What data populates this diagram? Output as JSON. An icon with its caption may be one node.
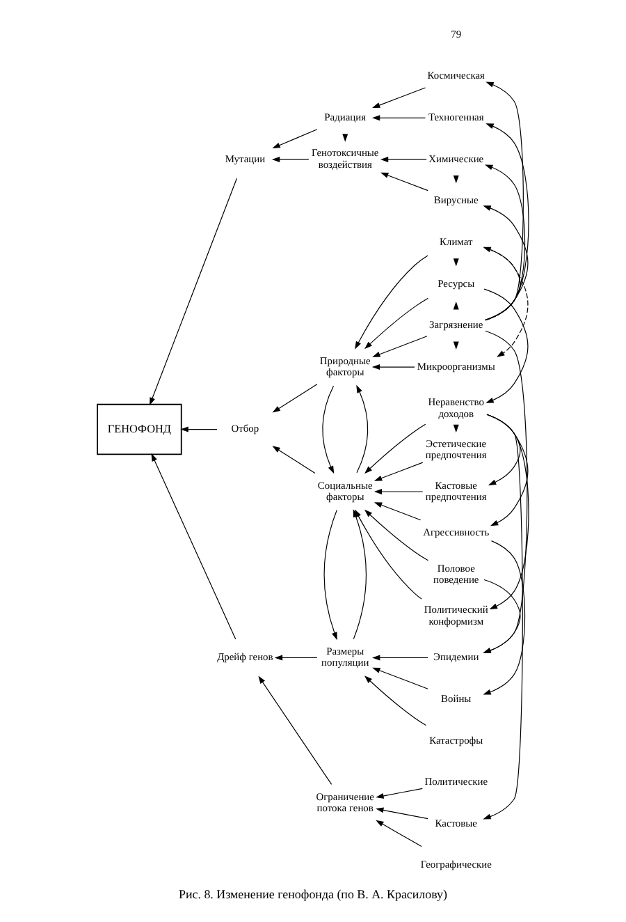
{
  "diagram": {
    "caption": "Рис. 8. Изменение генофонда (по В. А. Красилову)",
    "nodes": [
      {
        "text": [
          "ГЕНОФОНД"
        ]
      },
      {
        "text": [
          "Мутации"
        ]
      },
      {
        "text": [
          "Отбор"
        ]
      },
      {
        "text": [
          "Дрейф генов"
        ]
      },
      {
        "text": [
          "Радиация"
        ]
      },
      {
        "text": [
          "Генотоксичные воздействия"
        ]
      },
      {
        "text": [
          "Природные факторы"
        ]
      },
      {
        "text": [
          "Социальные факторы"
        ]
      },
      {
        "text": [
          "Размеры популяции"
        ]
      },
      {
        "text": [
          "Ограничение потока генов"
        ]
      },
      {
        "text": [
          "Космическая"
        ]
      },
      {
        "text": [
          "Техногенная"
        ]
      },
      {
        "text": [
          "Химические"
        ]
      },
      {
        "text": [
          "Вирусные"
        ]
      },
      {
        "text": [
          "Климат"
        ]
      },
      {
        "text": [
          "Ресурсы"
        ]
      },
      {
        "text": [
          "Загрязнение"
        ]
      },
      {
        "text": [
          "Микроорганизмы"
        ]
      },
      {
        "text": [
          "Неравенство доходов"
        ]
      },
      {
        "text": [
          "Кастовые предпочтения"
        ]
      },
      {
        "text": [
          "Эстетические предпочтения"
        ]
      },
      {
        "text": [
          "Политический конформизм"
        ]
      },
      {
        "text": [
          "Половое поведение"
        ]
      },
      {
        "text": [
          "Агрессивность"
        ]
      },
      {
        "text": [
          "Войны"
        ]
      },
      {
        "text": [
          "Эпидемии"
        ]
      },
      {
        "text": [
          "Катастрофы"
        ]
      },
      {
        "text": [
          "Географические"
        ]
      },
      {
        "text": [
          "Кастовые"
        ]
      },
      {
        "text": [
          "Политические"
        ]
      }
    ],
    "edges": [
      {
        "from": 1,
        "to": 0,
        "arrow": "to"
      },
      {
        "from": 2,
        "to": 0,
        "arrow": "to"
      },
      {
        "from": 3,
        "to": 0,
        "arrow": "to"
      },
      {
        "from": 4,
        "to": 1,
        "arrow": "to"
      },
      {
        "from": 5,
        "to": 1,
        "arrow": "to"
      },
      {
        "from": 6,
        "to": 2,
        "arrow": "to"
      },
      {
        "from": 7,
        "to": 2,
        "arrow": "to"
      },
      {
        "from": 8,
        "to": 3,
        "arrow": "to"
      },
      {
        "from": 9,
        "to": 3,
        "arrow": "to"
      },
      {
        "from": 4,
        "to": 5,
        "arrow": "to"
      },
      {
        "from": 10,
        "to": 4,
        "arrow": "to"
      },
      {
        "from": 11,
        "to": 4,
        "arrow": "to"
      },
      {
        "from": 12,
        "to": 5,
        "arrow": "to"
      },
      {
        "from": 13,
        "to": 5,
        "arrow": "to"
      },
      {
        "from": 12,
        "to": 13,
        "arrow": "to"
      },
      {
        "from": 14,
        "to": 6,
        "arrow": "to"
      },
      {
        "from": 15,
        "to": 6,
        "arrow": "to"
      },
      {
        "from": 16,
        "to": 6,
        "arrow": "to"
      },
      {
        "from": 17,
        "to": 6,
        "arrow": "to"
      },
      {
        "from": 6,
        "to": 7,
        "arrow": "to"
      },
      {
        "from": 7,
        "to": 6,
        "arrow": "to"
      },
      {
        "from": 18,
        "to": 7,
        "arrow": "to"
      },
      {
        "from": 19,
        "to": 7,
        "arrow": "to"
      },
      {
        "from": 20,
        "to": 7,
        "arrow": "to"
      },
      {
        "from": 21,
        "to": 7,
        "arrow": "to"
      },
      {
        "from": 22,
        "to": 7,
        "arrow": "to"
      },
      {
        "from": 23,
        "to": 7,
        "arrow": "to"
      },
      {
        "from": 7,
        "to": 8,
        "arrow": "to"
      },
      {
        "from": 8,
        "to": 7,
        "arrow": "to"
      },
      {
        "from": 24,
        "to": 8,
        "arrow": "to"
      },
      {
        "from": 25,
        "to": 8,
        "arrow": "to"
      },
      {
        "from": 26,
        "to": 8,
        "arrow": "to"
      },
      {
        "from": 27,
        "to": 9,
        "arrow": "to"
      },
      {
        "from": 28,
        "to": 9,
        "arrow": "to"
      },
      {
        "from": 29,
        "to": 9,
        "arrow": "to"
      },
      {
        "from": 14,
        "to": 15,
        "arrow": "to"
      },
      {
        "from": 16,
        "to": 15,
        "arrow": "to"
      },
      {
        "from": 14,
        "to": 17,
        "arrow": "to",
        "style": "dashed"
      },
      {
        "from": 15,
        "to": 18,
        "arrow": "to"
      },
      {
        "from": 16,
        "to": 10,
        "arrow": "to"
      },
      {
        "from": 16,
        "to": 11,
        "arrow": "to"
      },
      {
        "from": 16,
        "to": 12,
        "arrow": "to"
      },
      {
        "from": 16,
        "to": 13,
        "arrow": "to"
      },
      {
        "from": 16,
        "to": 14,
        "arrow": "to"
      },
      {
        "from": 16,
        "to": 17,
        "arrow": "to"
      },
      {
        "from": 16,
        "to": 25,
        "arrow": "to"
      },
      {
        "from": 18,
        "to": 19,
        "arrow": "to"
      },
      {
        "from": 18,
        "to": 20,
        "arrow": "to"
      },
      {
        "from": 18,
        "to": 21,
        "arrow": "to"
      },
      {
        "from": 18,
        "to": 23,
        "arrow": "to"
      },
      {
        "from": 18,
        "to": 28,
        "arrow": "to"
      },
      {
        "from": 23,
        "to": 24,
        "arrow": "to"
      },
      {
        "from": 22,
        "to": 25,
        "arrow": "to"
      }
    ],
    "labels": [
      "79"
    ]
  }
}
